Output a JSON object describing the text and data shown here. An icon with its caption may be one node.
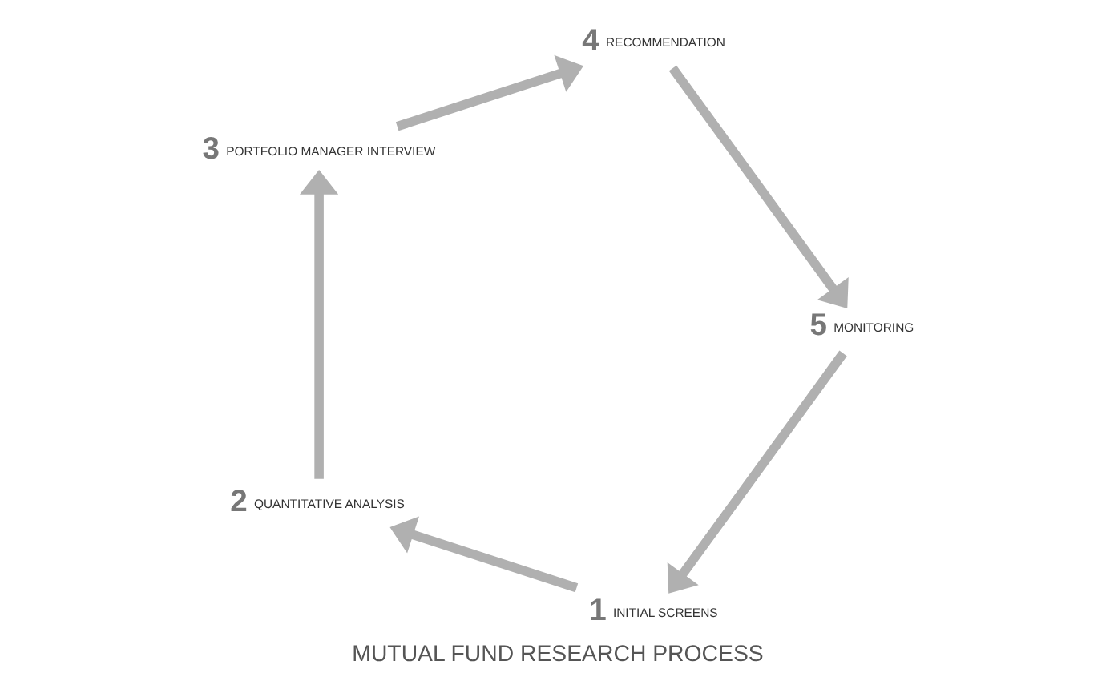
{
  "diagram": {
    "title": "MUTUAL FUND RESEARCH PROCESS",
    "nodes": [
      {
        "text": [
          "1",
          "INITIAL SCREENS"
        ]
      },
      {
        "text": [
          "2",
          "QUANTITATIVE ANALYSIS"
        ]
      },
      {
        "text": [
          "3",
          "PORTFOLIO MANAGER INTERVIEW"
        ]
      },
      {
        "text": [
          "4",
          "RECOMMENDATION"
        ]
      },
      {
        "text": [
          "5",
          "MONITORING"
        ]
      }
    ],
    "edges": [
      {
        "from": 0,
        "to": 1,
        "arrow": "to"
      },
      {
        "from": 1,
        "to": 2,
        "arrow": "to"
      },
      {
        "from": 2,
        "to": 3,
        "arrow": "to"
      },
      {
        "from": 3,
        "to": 4,
        "arrow": "to"
      },
      {
        "from": 4,
        "to": 0,
        "arrow": "to"
      }
    ]
  }
}
